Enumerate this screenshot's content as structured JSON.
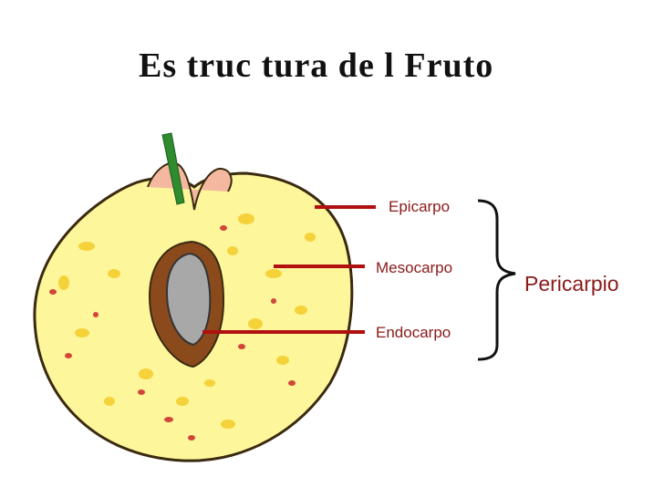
{
  "title": "Es truc tura  de l Fruto",
  "labels": {
    "epicarpo": "Epicarpo",
    "mesocarpo": "Mesocarpo",
    "endocarpo": "Endocarpo",
    "pericarpio": "Pericarpio"
  },
  "colors": {
    "flesh": "#fdf69a",
    "skin_outline": "#3a2a10",
    "stem": "#2e8b2e",
    "pit": "#8b4a1c",
    "seed": "#a8a8a8",
    "spots_yellow": "#f5d23a",
    "spots_red": "#d2463a",
    "leader_line": "#b01010",
    "label_text": "#8b1a1a"
  }
}
